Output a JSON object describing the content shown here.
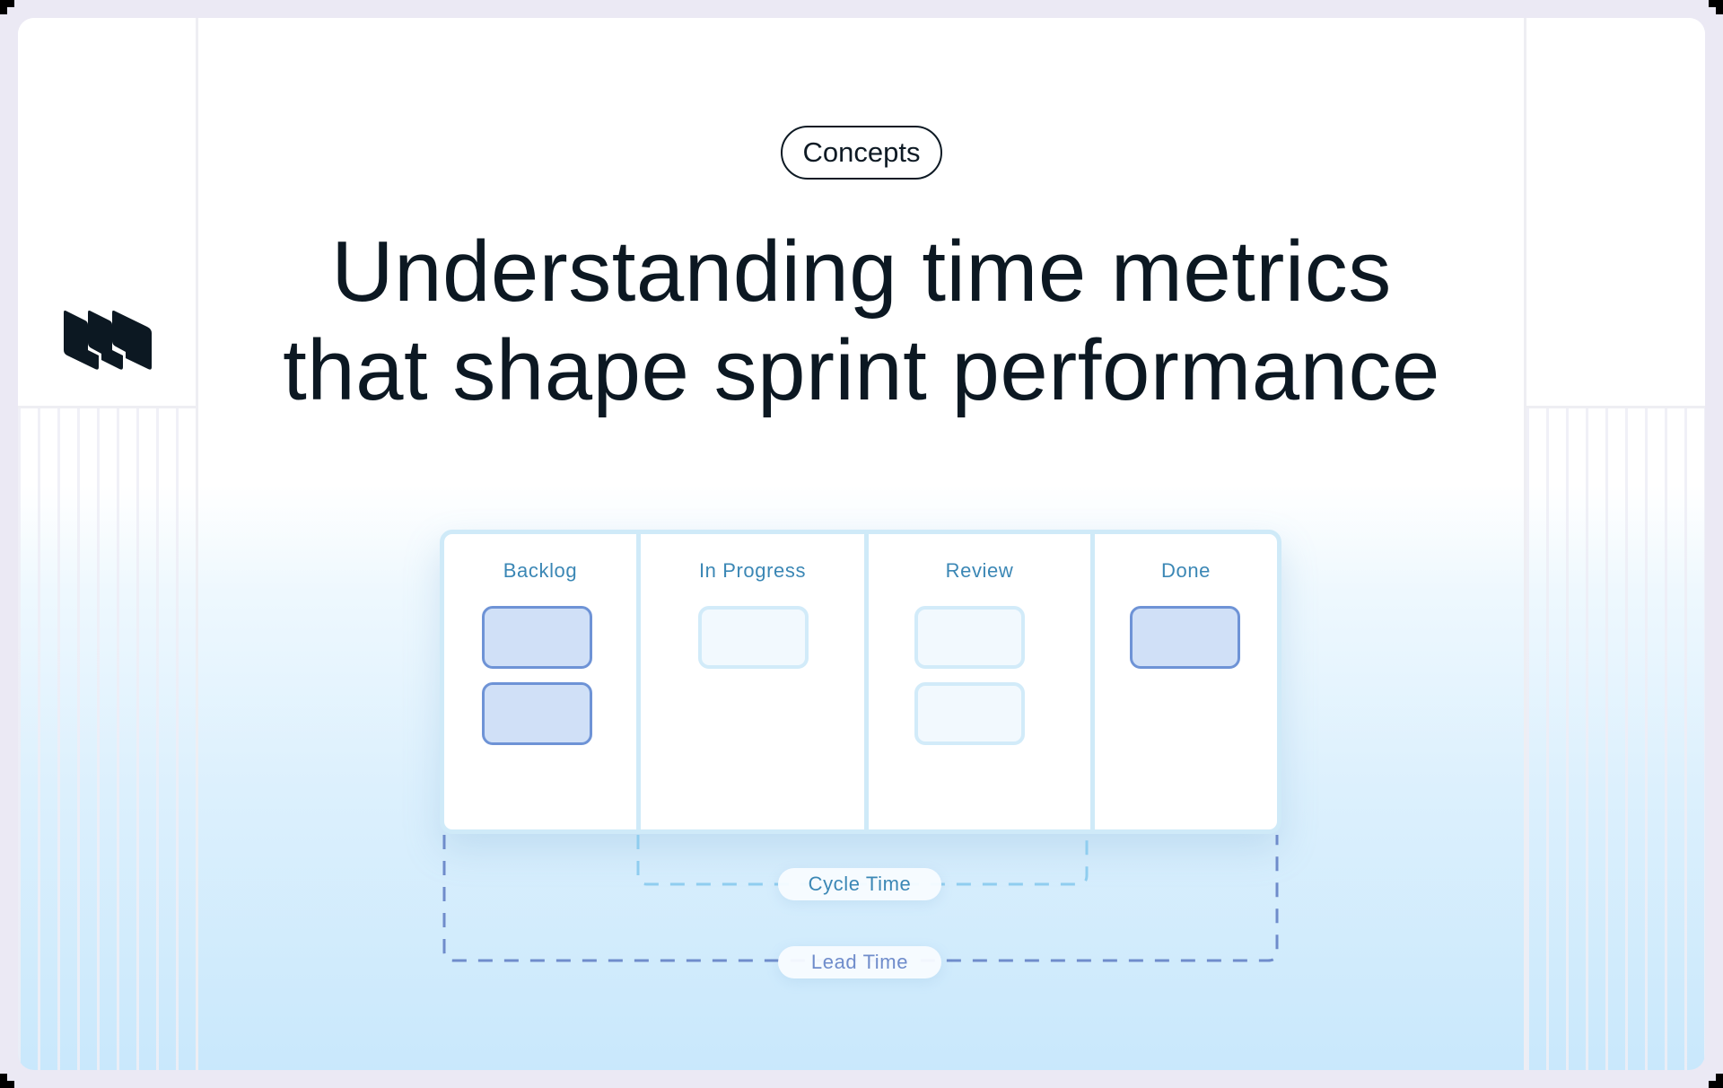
{
  "badge": {
    "label": "Concepts"
  },
  "title": {
    "line1": "Understanding time metrics",
    "line2": "that shape sprint performance"
  },
  "logo": {
    "icon": "brand-logo-icon"
  },
  "board": {
    "columns": [
      {
        "label": "Backlog",
        "cards": [
          "solid",
          "solid"
        ]
      },
      {
        "label": "In Progress",
        "cards": [
          "ghost"
        ]
      },
      {
        "label": "Review",
        "cards": [
          "ghost",
          "ghost"
        ]
      },
      {
        "label": "Done",
        "cards": [
          "solid"
        ]
      }
    ]
  },
  "metrics": {
    "cycle_time": {
      "label": "Cycle Time",
      "color": "#3b87b5",
      "spans": "In Progress → Review"
    },
    "lead_time": {
      "label": "Lead Time",
      "color": "#6f8ccb",
      "spans": "Backlog → Done"
    }
  },
  "colors": {
    "background": "#ebe9f4",
    "text_dark": "#0c1822",
    "column_header": "#3b87b5",
    "board_border": "#cfeaf8",
    "card_solid_fill": "#d0e0f7",
    "card_solid_border": "#6e93d6",
    "card_ghost_fill": "#f2f9fe",
    "card_ghost_border": "#d2ebf9",
    "gradient_bottom": "#c9e8fc"
  }
}
